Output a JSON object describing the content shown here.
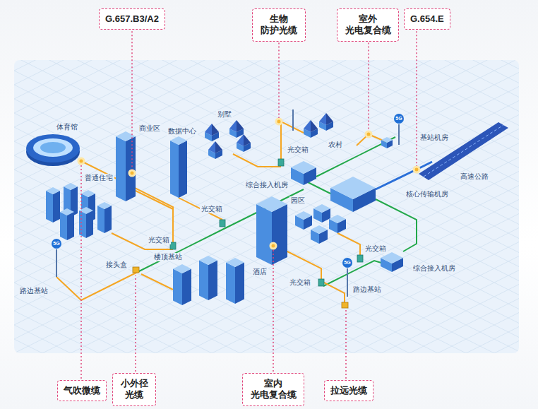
{
  "diagram": {
    "nodes": [
      {
        "text": [
          "G.657.B3/A2"
        ]
      },
      {
        "text": [
          "生物 防护光缆"
        ]
      },
      {
        "text": [
          "室外 光电复合缆"
        ]
      },
      {
        "text": [
          "G.654.E"
        ]
      },
      {
        "text": [
          "气吹微缆"
        ]
      },
      {
        "text": [
          "小外径 光缆"
        ]
      },
      {
        "text": [
          "室内 光电复合缆"
        ]
      },
      {
        "text": [
          "拉远光缆"
        ]
      }
    ],
    "labels": [
      "体育馆",
      "商业区",
      "数据中心",
      "别墅",
      "农村",
      "5G",
      "基站机房",
      "高速公路",
      "普通住宅",
      "光交箱",
      "综合接入机房",
      "光交箱",
      "核心传输机房",
      "园区",
      "光交箱",
      "光交箱",
      "综合接入机房",
      "5G",
      "接头盒",
      "楼顶基站",
      "酒店",
      "光交箱",
      "5G",
      "路边基站",
      "路边基站"
    ]
  }
}
